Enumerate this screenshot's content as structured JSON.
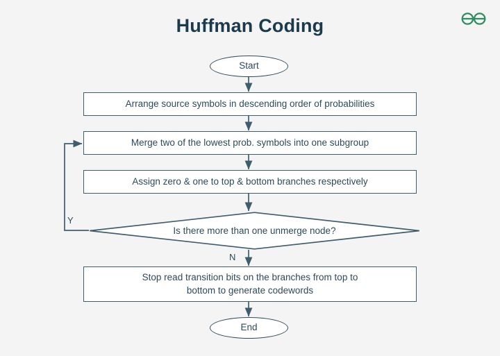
{
  "page": {
    "title": "Huffman Coding",
    "background_color": "#f4f4f4",
    "shape_border_color": "#3f5d6d",
    "shape_fill_color": "#ffffff",
    "text_color": "#2d4a5a",
    "title_color": "#1b3a4b"
  },
  "brand": {
    "name": "geeksforgeeks-logo",
    "color": "#2f8d62"
  },
  "flowchart": {
    "type": "flowchart",
    "nodes": [
      {
        "id": "start",
        "shape": "terminal",
        "label": "Start"
      },
      {
        "id": "arrange",
        "shape": "process",
        "label": "Arrange source symbols in descending order of probabilities"
      },
      {
        "id": "merge",
        "shape": "process",
        "label": "Merge two of the lowest prob. symbols into one subgroup"
      },
      {
        "id": "assign",
        "shape": "process",
        "label": "Assign zero & one to top & bottom branches respectively"
      },
      {
        "id": "decision",
        "shape": "decision",
        "label": "Is there more than one unmerge node?"
      },
      {
        "id": "stop",
        "shape": "process",
        "label_line1": "Stop read transition bits on the branches from top to",
        "label_line2": "bottom to generate codewords"
      },
      {
        "id": "end",
        "shape": "terminal",
        "label": "End"
      }
    ],
    "edges": [
      {
        "from": "start",
        "to": "arrange",
        "label": ""
      },
      {
        "from": "arrange",
        "to": "merge",
        "label": ""
      },
      {
        "from": "merge",
        "to": "assign",
        "label": ""
      },
      {
        "from": "assign",
        "to": "decision",
        "label": ""
      },
      {
        "from": "decision",
        "to": "merge",
        "label": "Y"
      },
      {
        "from": "decision",
        "to": "stop",
        "label": "N"
      },
      {
        "from": "stop",
        "to": "end",
        "label": ""
      }
    ],
    "labels": {
      "yes": "Y",
      "no": "N"
    }
  }
}
